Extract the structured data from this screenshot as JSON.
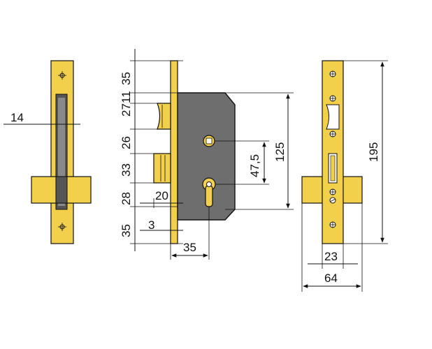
{
  "colors": {
    "brass": "#F3D04C",
    "brass_dark": "#C9A227",
    "body_gray": "#6E6E6E",
    "body_dark": "#4A4A4A",
    "outline": "#111111"
  },
  "dimensions": {
    "left_width": "14",
    "v35_top": "35",
    "v27": "27",
    "v11": "11",
    "v26": "26",
    "v33": "33",
    "v28": "28",
    "v35_bottom": "35",
    "h20": "20",
    "h3": "3",
    "h35": "35",
    "v47_5": "47,5",
    "v125": "125",
    "v195": "195",
    "h23": "23",
    "h64": "64"
  }
}
